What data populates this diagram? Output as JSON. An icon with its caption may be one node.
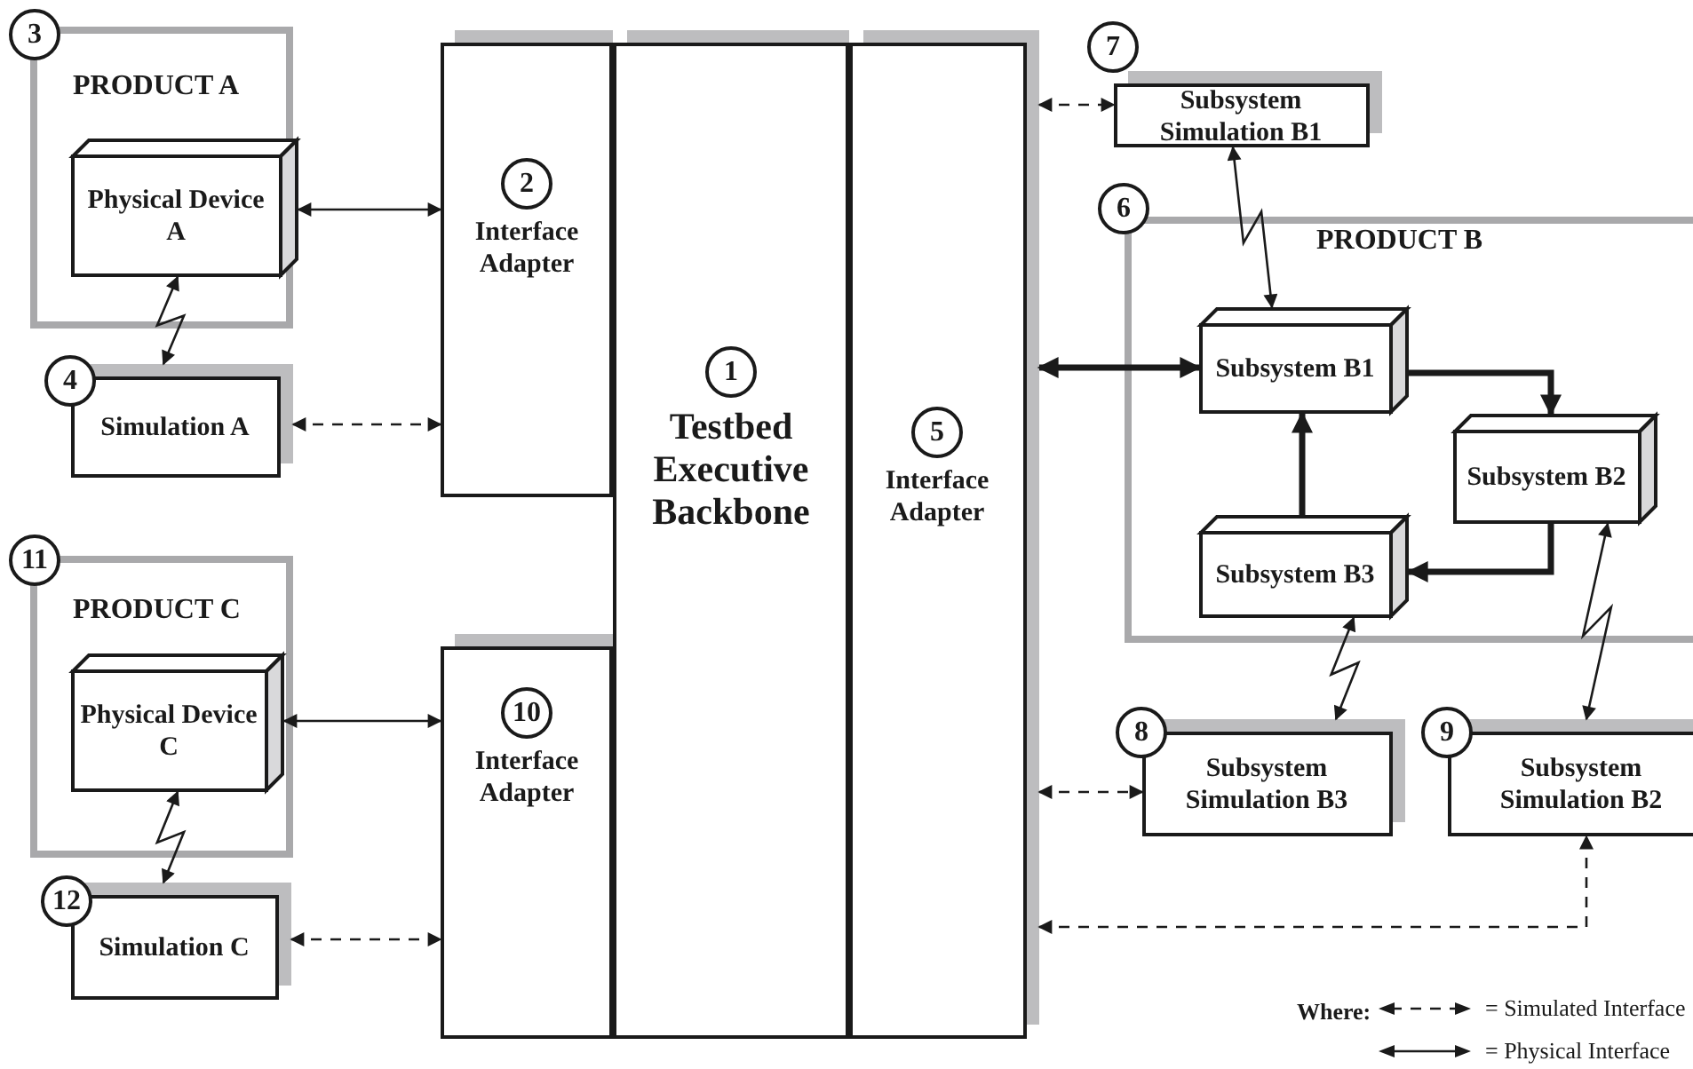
{
  "diagram": {
    "nodes": [
      {
        "text": [
          "PRODUCT A"
        ],
        "beside": [
          "3"
        ]
      },
      {
        "text": [
          "Physical Device A"
        ],
        "in": 0
      },
      {
        "text": [
          "Simulation A"
        ],
        "beside": [
          "4"
        ]
      },
      {
        "text": [
          "2",
          "Interface Adapter"
        ]
      },
      {
        "text": [
          "1",
          "Testbed Executive Backbone"
        ]
      },
      {
        "text": [
          "5",
          "Interface Adapter"
        ]
      },
      {
        "text": [
          "Subsystem Simulation B1"
        ],
        "beside": [
          "7"
        ]
      },
      {
        "text": [
          "PRODUCT B"
        ],
        "beside": [
          "6"
        ]
      },
      {
        "text": [
          "Subsystem B1"
        ],
        "in": 7
      },
      {
        "text": [
          "Subsystem B2"
        ],
        "in": 7
      },
      {
        "text": [
          "Subsystem B3"
        ],
        "in": 7
      },
      {
        "text": [
          "PRODUCT C"
        ],
        "beside": [
          "11"
        ]
      },
      {
        "text": [
          "Physical Device C"
        ],
        "in": 11
      },
      {
        "text": [
          "Simulation C"
        ],
        "beside": [
          "12"
        ]
      },
      {
        "text": [
          "10",
          "Interface Adapter"
        ]
      },
      {
        "text": [
          "Subsystem Simulation B3"
        ],
        "beside": [
          "8"
        ]
      },
      {
        "text": [
          "Subsystem Simulation B2"
        ],
        "beside": [
          "9"
        ]
      }
    ],
    "edges": [
      {
        "from": 1,
        "to": 3,
        "arrow": "both"
      },
      {
        "from": 1,
        "to": 2,
        "arrow": "both"
      },
      {
        "from": 2,
        "to": 3,
        "arrow": "both",
        "style": "dashed"
      },
      {
        "from": 12,
        "to": 14,
        "arrow": "both"
      },
      {
        "from": 12,
        "to": 13,
        "arrow": "both"
      },
      {
        "from": 13,
        "to": 14,
        "arrow": "both",
        "style": "dashed"
      },
      {
        "from": 5,
        "to": 6,
        "arrow": "both",
        "style": "dashed"
      },
      {
        "from": 6,
        "to": 8,
        "arrow": "both"
      },
      {
        "from": 5,
        "to": 8,
        "arrow": "both",
        "style": "thick"
      },
      {
        "from": 8,
        "to": 9,
        "arrow": "to",
        "style": "thick"
      },
      {
        "from": 9,
        "to": 10,
        "arrow": "to",
        "style": "thick"
      },
      {
        "from": 10,
        "to": 8,
        "arrow": "to",
        "style": "thick"
      },
      {
        "from": 10,
        "to": 15,
        "arrow": "both"
      },
      {
        "from": 9,
        "to": 16,
        "arrow": "both"
      },
      {
        "from": 5,
        "to": 15,
        "arrow": "both",
        "style": "dashed"
      },
      {
        "from": 5,
        "to": 16,
        "arrow": "both",
        "style": "dashed"
      }
    ],
    "labels": [
      "Where:"
    ],
    "legend": [
      {
        "text": "= Simulated Interface"
      },
      {
        "text": "= Physical Interface"
      }
    ]
  }
}
